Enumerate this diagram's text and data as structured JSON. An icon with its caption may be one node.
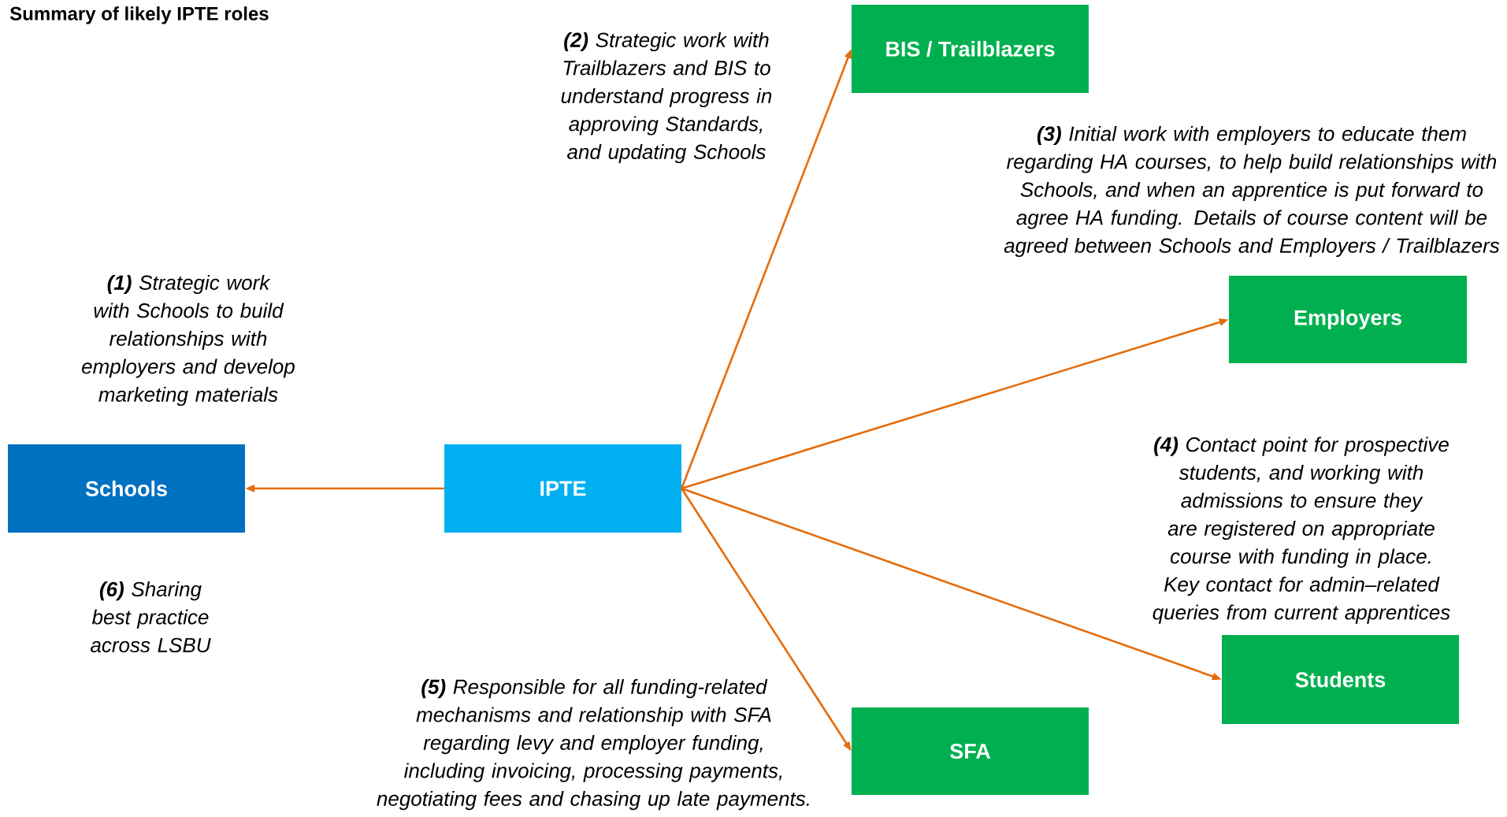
{
  "diagram": {
    "title": "Summary of likely IPTE roles",
    "nodes": [
      {
        "text": [
          "Schools"
        ]
      },
      {
        "text": [
          "IPTE"
        ]
      },
      {
        "text": [
          "BIS / Trailblazers"
        ]
      },
      {
        "text": [
          "Employers"
        ]
      },
      {
        "text": [
          "Students"
        ]
      },
      {
        "text": [
          "SFA"
        ]
      }
    ],
    "edges": [
      {
        "from": 1,
        "to": 0,
        "arrow": "to"
      },
      {
        "from": 1,
        "to": 2,
        "arrow": "to"
      },
      {
        "from": 1,
        "to": 3,
        "arrow": "to"
      },
      {
        "from": 1,
        "to": 4,
        "arrow": "to"
      },
      {
        "from": 1,
        "to": 5,
        "arrow": "to"
      }
    ],
    "labels": [
      "**(2)** Strategic work with Trailblazers and BIS to understand progress in approving Standards, and updating Schools",
      "**(3)** Initial work with employers to educate them regarding HA courses, to help build relationships with Schools, and when an apprentice is put forward to  agree HA funding. Details of course content will be agreed between Schools and Employers / Trailblazers",
      "**(1)** Strategic work with Schools to build relationships with employers and develop marketing materials",
      "**(4)** Contact point for prospective students, and working with admissions to ensure they are registered on appropriate course with funding in place.  Key contact for admin–related queries from current apprentices",
      "**(6)** Sharing best practice across LSBU",
      "**(5)** Responsible for all funding-related mechanisms and relationship with SFA regarding levy and employer funding, including invoicing, processing payments, negotiating fees and chasing up late payments."
    ]
  }
}
